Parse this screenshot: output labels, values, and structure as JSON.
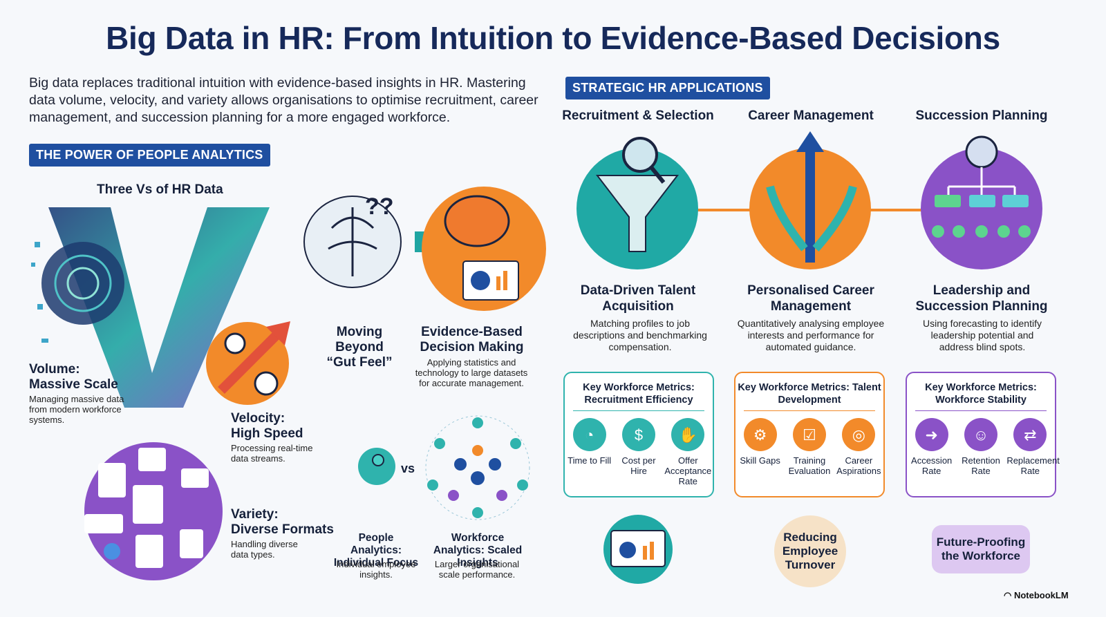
{
  "title": "Big Data in HR: From Intuition to Evidence-Based Decisions",
  "intro": "Big data replaces traditional intuition with evidence-based insights in HR. Mastering data volume, velocity, and variety allows organisations to optimise recruitment, career management, and succession planning for a more engaged workforce.",
  "left": {
    "section_label": "THE POWER OF PEOPLE ANALYTICS",
    "three_vs_title": "Three Vs of HR Data",
    "volume": {
      "title": "Volume:\nMassive Scale",
      "desc": "Managing massive data from modern workforce systems."
    },
    "velocity": {
      "title": "Velocity:\nHigh Speed",
      "desc": "Processing real-time data streams."
    },
    "variety": {
      "title": "Variety:\nDiverse Formats",
      "desc": "Handling diverse data types."
    },
    "moving": {
      "title": "Moving Beyond “Gut Feel”"
    },
    "evidence": {
      "title": "Evidence-Based Decision Making",
      "desc": "Applying statistics and technology to large datasets for accurate management."
    },
    "vs_text": "vs",
    "people_analytics": {
      "title": "People Analytics: Individual Focus",
      "desc": "Individual employee insights."
    },
    "workforce_analytics": {
      "title": "Workforce Analytics: Scaled Insights",
      "desc": "Larger organisational scale performance."
    }
  },
  "right": {
    "section_label": "STRATEGIC HR APPLICATIONS",
    "columns": [
      {
        "heading": "Recruitment & Selection",
        "subtitle": "Data-Driven Talent Acquisition",
        "desc": "Matching profiles to job descriptions and benchmarking compensation.",
        "metrics_title": "Key Workforce Metrics: Recruitment Efficiency",
        "metrics": [
          "Time to Fill",
          "Cost per Hire",
          "Offer Acceptance Rate"
        ],
        "footer": ""
      },
      {
        "heading": "Career Management",
        "subtitle": "Personalised Career Management",
        "desc": "Quantitatively analysing employee interests and performance for automated guidance.",
        "metrics_title": "Key Workforce Metrics: Talent Development",
        "metrics": [
          "Skill Gaps",
          "Training Evaluation",
          "Career Aspirations"
        ],
        "footer": "Reducing Employee Turnover"
      },
      {
        "heading": "Succession Planning",
        "subtitle": "Leadership and Succession Planning",
        "desc": "Using forecasting to identify leadership potential and address blind spots.",
        "metrics_title": "Key Workforce Metrics: Workforce Stability",
        "metrics": [
          "Accession Rate",
          "Retention Rate",
          "Replacement Rate"
        ],
        "footer": "Future-Proofing the Workforce"
      }
    ]
  },
  "brand": "NotebookLM",
  "colors": {
    "navy": "#16295a",
    "blue": "#1f4fa0",
    "teal": "#1fa5a2",
    "orange": "#f08a2a",
    "purple": "#8a52c7"
  }
}
